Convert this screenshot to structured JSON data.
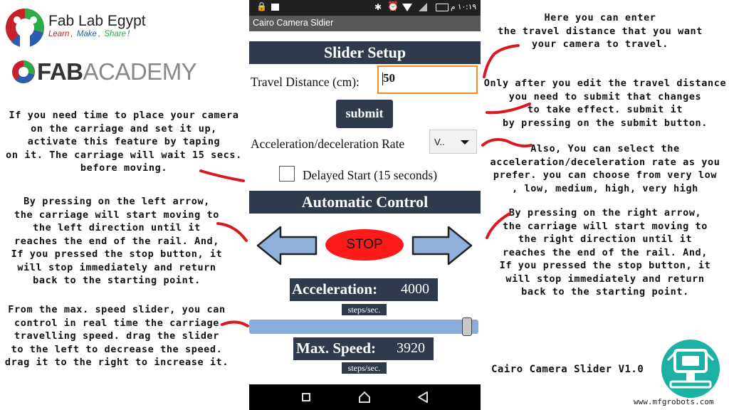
{
  "branding": {
    "fablab_title": "Fab Lab Egypt",
    "fablab_tagline": [
      "Learn",
      ",",
      "Make",
      ",",
      "Share",
      "!"
    ],
    "fabacademy_bold": "FAB",
    "fabacademy_light": "ACADEMY"
  },
  "phone": {
    "status_time": "١٠:١٩ م",
    "app_title": "Cairo Camera Sldier",
    "setup_header": "Slider Setup",
    "travel_label": "Travel Distance (cm):",
    "travel_value": "50",
    "submit_label": "submit",
    "accel_rate_label": "Acceleration/deceleration Rate",
    "accel_rate_selected": "V..",
    "delayed_start_label": "Delayed Start (15 seconds)",
    "delayed_start_checked": false,
    "auto_header": "Automatic Control",
    "stop_label": "STOP",
    "acceleration_label": "Acceleration:",
    "acceleration_value": "4000",
    "acceleration_unit": "steps/sec.",
    "max_speed_slider_level": 0.97,
    "max_speed_label": "Max. Speed:",
    "max_speed_value": "3920",
    "max_speed_unit": "steps/sec."
  },
  "notes": {
    "right_travel": "Here you can enter\nthe travel distance that you want\nyour camera to travel.",
    "right_submit": "Only after you edit the travel distance\nyou need to submit that changes\nto take effect. submit it\nby pressing on the submit button.",
    "right_rate": "Also, You can select the\nacceleration/deceleration rate as you\nprefer. you can choose from very low\n, low, medium, high, very high",
    "right_arrow": "By pressing on the right arrow,\nthe carriage will start moving to\nthe right direction until it\nreaches the end of the rail. And,\nIf you pressed the stop button, it\nwill stop immediately and return\nback to the starting point.",
    "left_delayed": "If you need time to place your camera\non the carriage and set it up,\nactivate this feature by taping\non it. The carriage will wait 15 secs.\nbefore moving.",
    "left_arrow": "By pressing on the left arrow,\nthe carriage will start moving to\nthe left direction until it\nreaches the end of the rail. And,\nIf you pressed the stop button, it\nwill stop immediately and return\nback to the starting point.",
    "left_speed": "From the max. speed slider, you can\ncontrol in real time the carriage\ntravelling speed. drag the slider\nto the left to decrease the speed.\ndrag it to the right to increase it.",
    "version": "Cairo Camera Slider V1.0",
    "watermark": "www.mfgrobots.com"
  },
  "colors": {
    "header_bg": "#2f3b4c",
    "input_border": "#f28c28",
    "stop_red": "#ff1a1a",
    "arrow_blue": "#8fb0d8",
    "slider_blue": "#8aacd8",
    "scribble_red": "#d8191f",
    "teal_logo": "#1cb1a5"
  }
}
